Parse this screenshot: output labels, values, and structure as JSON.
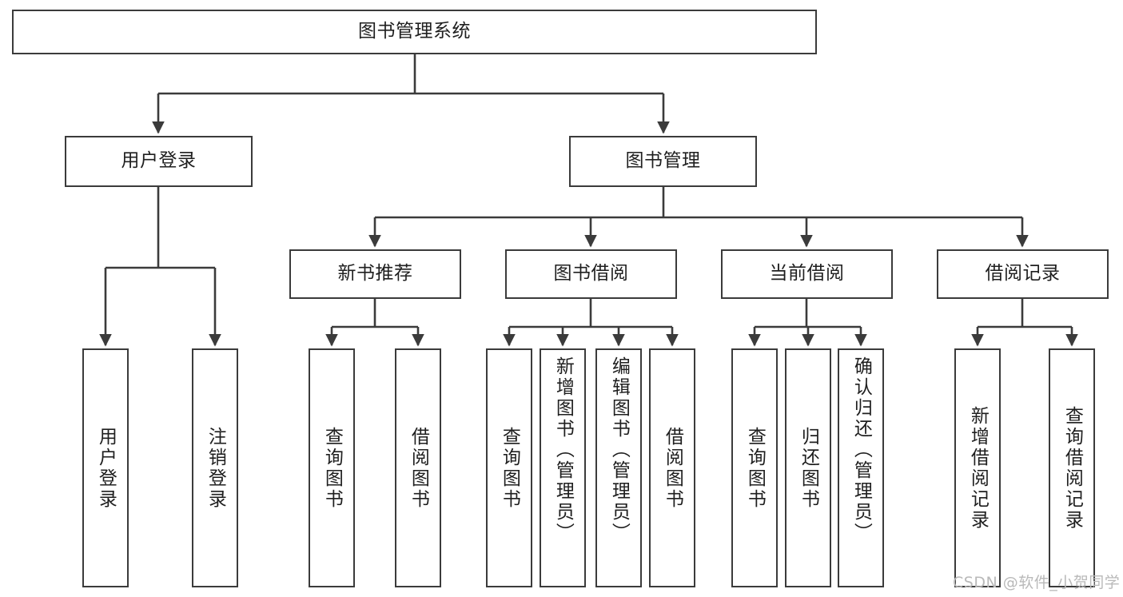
{
  "diagram": {
    "title": "图书管理系统",
    "type": "tree-hierarchy-chart",
    "root": {
      "label": "图书管理系统",
      "children": [
        {
          "label": "用户登录",
          "children": [
            {
              "label": "用户登录"
            },
            {
              "label": "注销登录"
            }
          ]
        },
        {
          "label": "图书管理",
          "children": [
            {
              "label": "新书推荐",
              "children": [
                {
                  "label": "查询图书"
                },
                {
                  "label": "借阅图书"
                }
              ]
            },
            {
              "label": "图书借阅",
              "children": [
                {
                  "label": "查询图书"
                },
                {
                  "label": "新增图书（管理员）"
                },
                {
                  "label": "编辑图书（管理员）"
                },
                {
                  "label": "借阅图书"
                }
              ]
            },
            {
              "label": "当前借阅",
              "children": [
                {
                  "label": "查询图书"
                },
                {
                  "label": "归还图书"
                },
                {
                  "label": "确认归还（管理员）"
                }
              ]
            },
            {
              "label": "借阅记录",
              "children": [
                {
                  "label": "新增借阅记录"
                },
                {
                  "label": "查询借阅记录"
                }
              ]
            }
          ]
        }
      ]
    }
  },
  "nodes": {
    "root": "图书管理系统",
    "l2_user_login": "用户登录",
    "l2_book_manage": "图书管理",
    "l3_new_book_rec": "新书推荐",
    "l3_book_borrow": "图书借阅",
    "l3_current_borrow": "当前借阅",
    "l3_borrow_record": "借阅记录",
    "leaf_user_login": "用户登录",
    "leaf_logout": "注销登录",
    "leaf_nbr_query": "查询图书",
    "leaf_nbr_borrow": "借阅图书",
    "leaf_bb_query": "查询图书",
    "leaf_bb_add": "新增图书（管理员）",
    "leaf_bb_edit": "编辑图书（管理员）",
    "leaf_bb_borrow": "借阅图书",
    "leaf_cb_query": "查询图书",
    "leaf_cb_return": "归还图书",
    "leaf_cb_confirm": "确认归还（管理员）",
    "leaf_br_add": "新增借阅记录",
    "leaf_br_query": "查询借阅记录"
  },
  "watermark": {
    "text": "CSDN @软件_小贺同学"
  },
  "colors": {
    "border": "#3b3b3b",
    "text": "#1f1f1f",
    "background": "#ffffff",
    "edge": "#3b3b3b",
    "watermark": "#b9b9b9"
  }
}
